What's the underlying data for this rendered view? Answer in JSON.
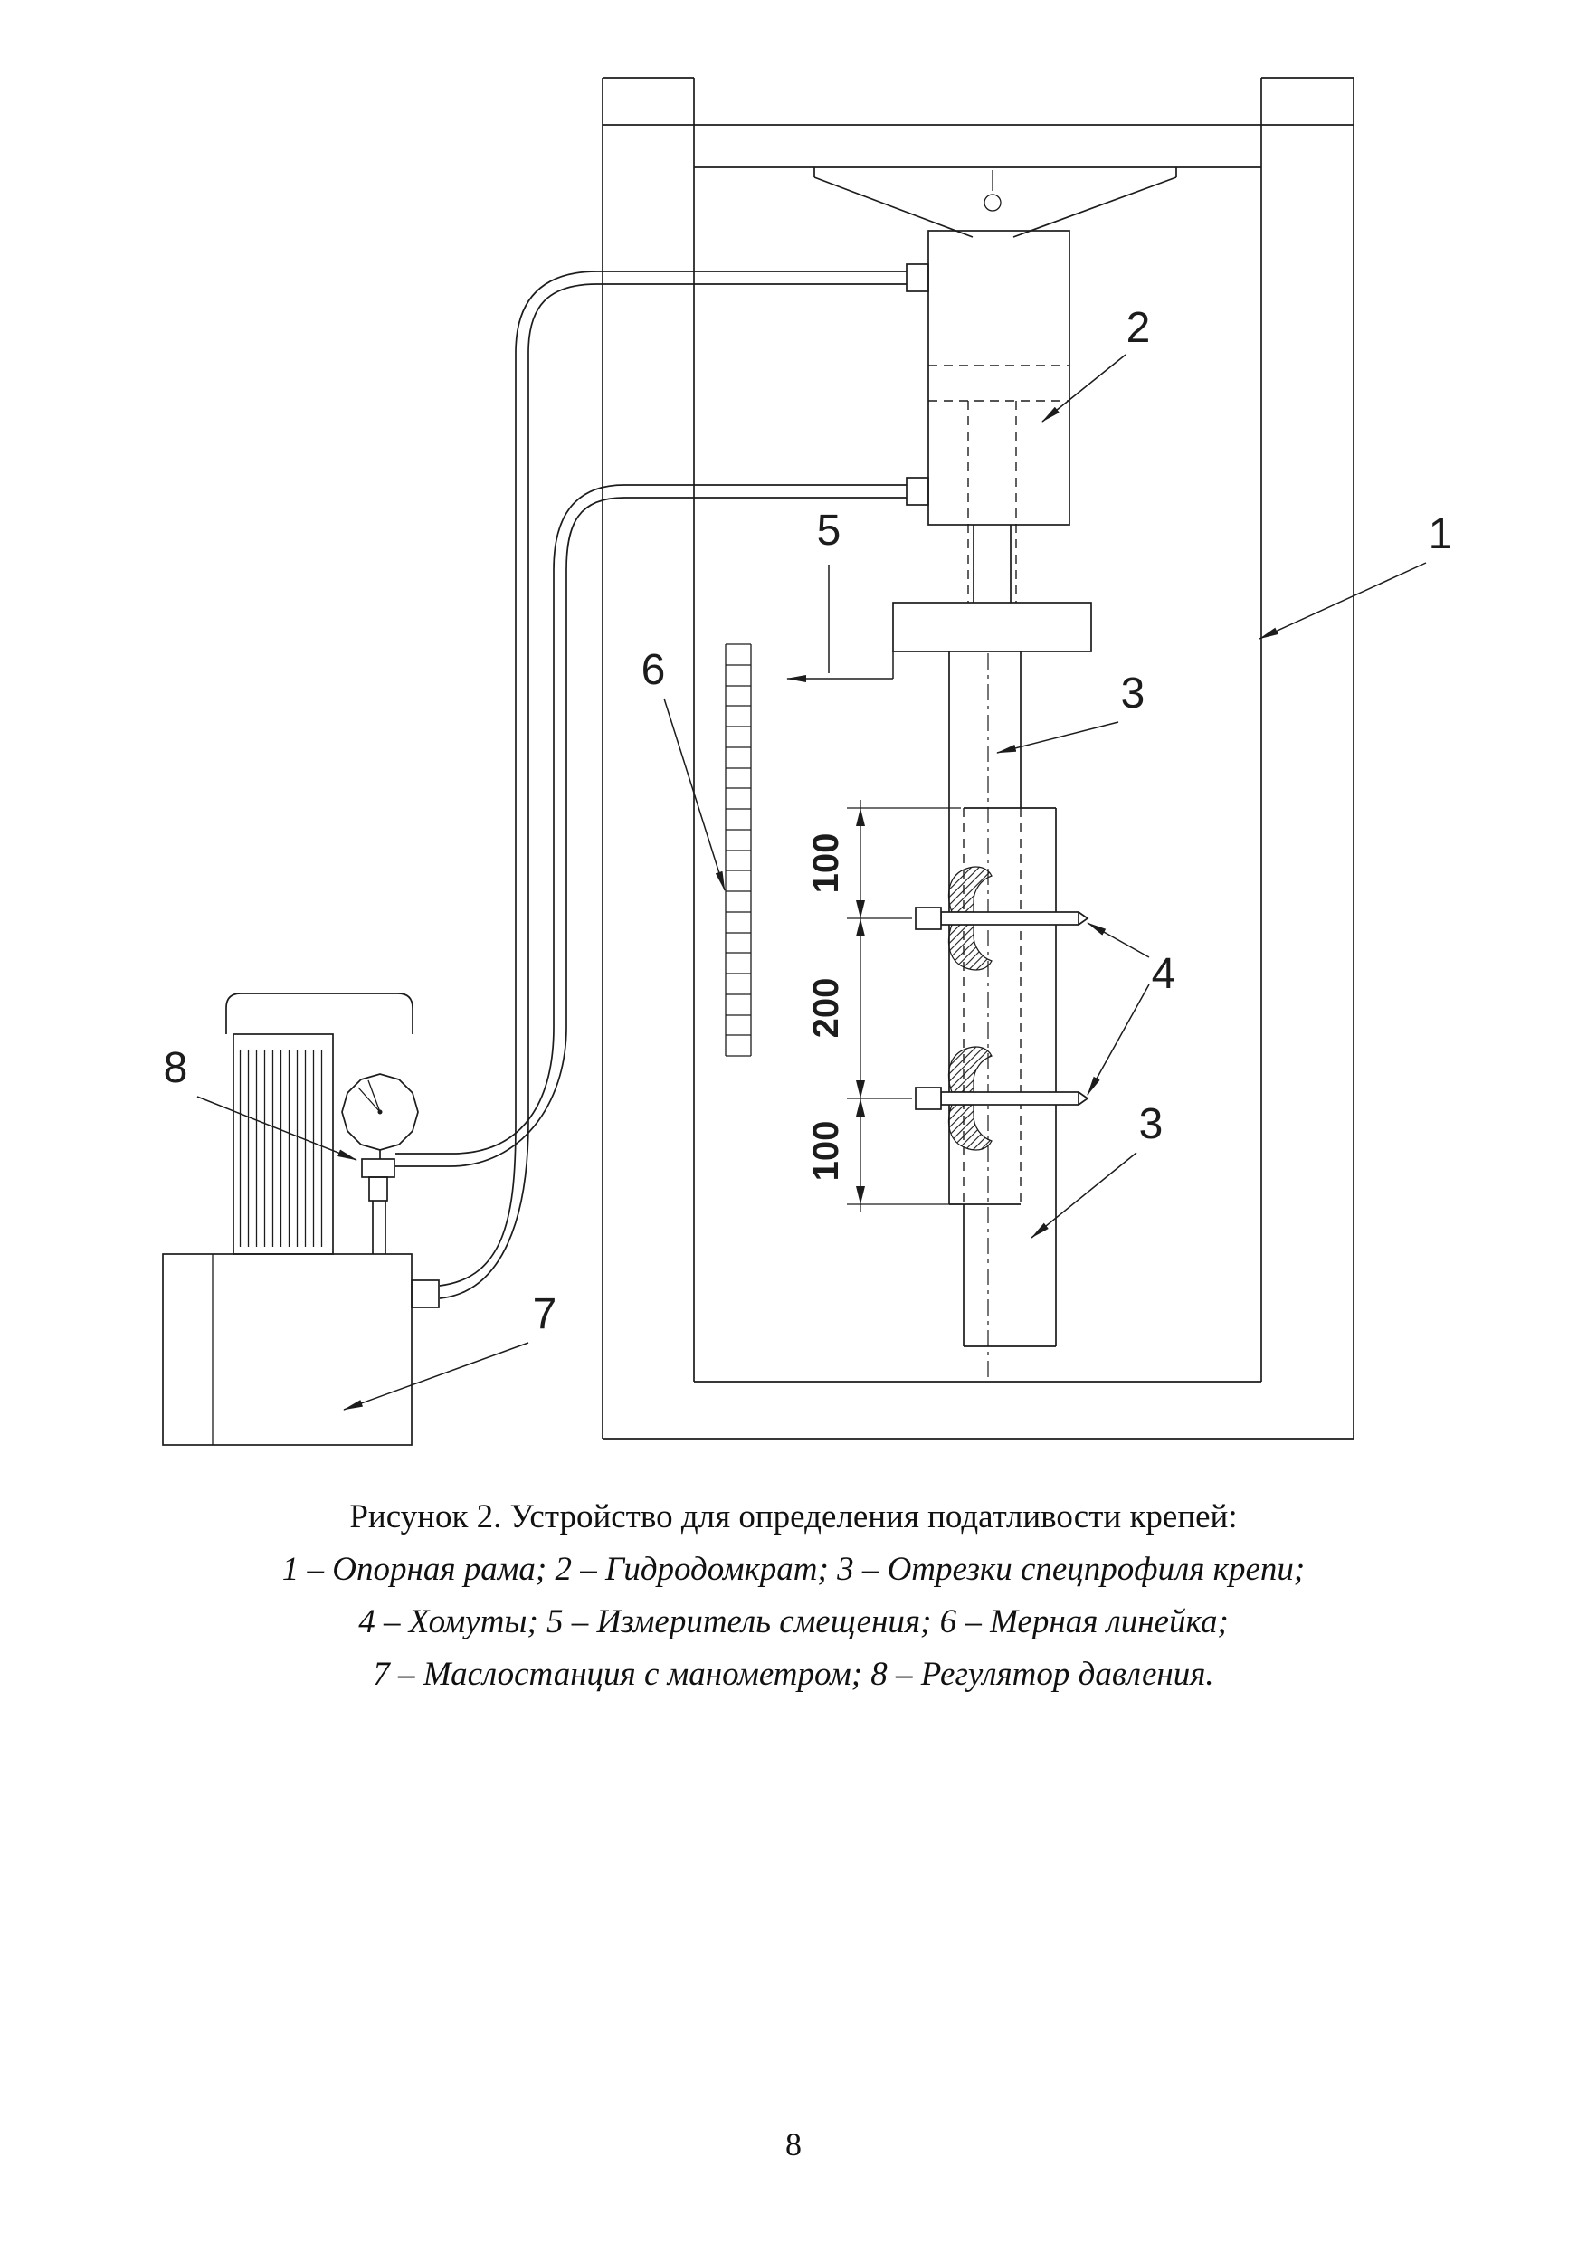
{
  "page": {
    "number": "8",
    "background": "#ffffff",
    "ink_color": "#1c1c1c"
  },
  "figure": {
    "caption": {
      "title": "Рисунок 2. Устройство для определения податливости крепей:",
      "legend_line_1": "1 – Опорная рама; 2 – Гидродомкрат; 3 – Отрезки спецпрофиля крепи;",
      "legend_line_2": "4 – Хомуты; 5 – Измеритель смещения; 6 – Мерная линейка;",
      "legend_line_3": "7 – Маслостанция с манометром; 8 – Регулятор давления."
    },
    "part_labels": {
      "support_frame": "1",
      "hydraulic_jack": "2",
      "profile_section": "3",
      "clamps": "4",
      "displacement_gauge": "5",
      "measuring_ruler": "6",
      "oil_station": "7",
      "pressure_regulator": "8"
    },
    "dimensions_mm": {
      "upper": "100",
      "middle": "200",
      "lower": "100"
    }
  }
}
